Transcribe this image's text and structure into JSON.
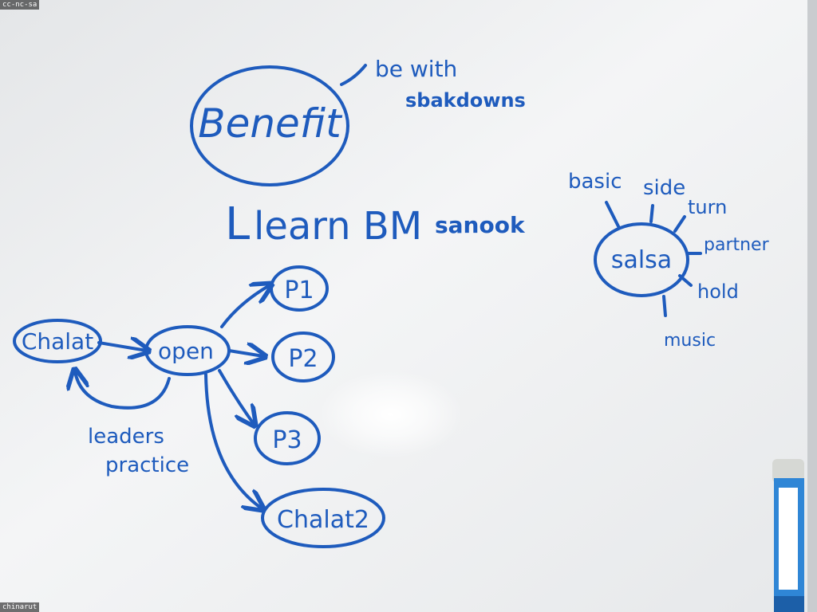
{
  "image": {
    "license": "cc-nc-sa",
    "author": "chinarut"
  },
  "ink_color": "#1e5bbd",
  "board": {
    "benefit": {
      "title": "Benefit",
      "note_line1": "be with",
      "note_line2": "sbakdowns"
    },
    "subtitle": {
      "prefix": "L",
      "text": "learn BM",
      "suffix": "sanook"
    },
    "flow": {
      "node_start": "Chalat",
      "node_open": "open",
      "node_p1": "P1",
      "node_p2": "P2",
      "node_p3": "P3",
      "node_end": "Chalat2",
      "loop_label_line1": "leaders",
      "loop_label_line2": "practice"
    },
    "salsa": {
      "center": "salsa",
      "spokes": [
        "basic",
        "side",
        "turn",
        "partner",
        "hold",
        "music"
      ]
    }
  }
}
